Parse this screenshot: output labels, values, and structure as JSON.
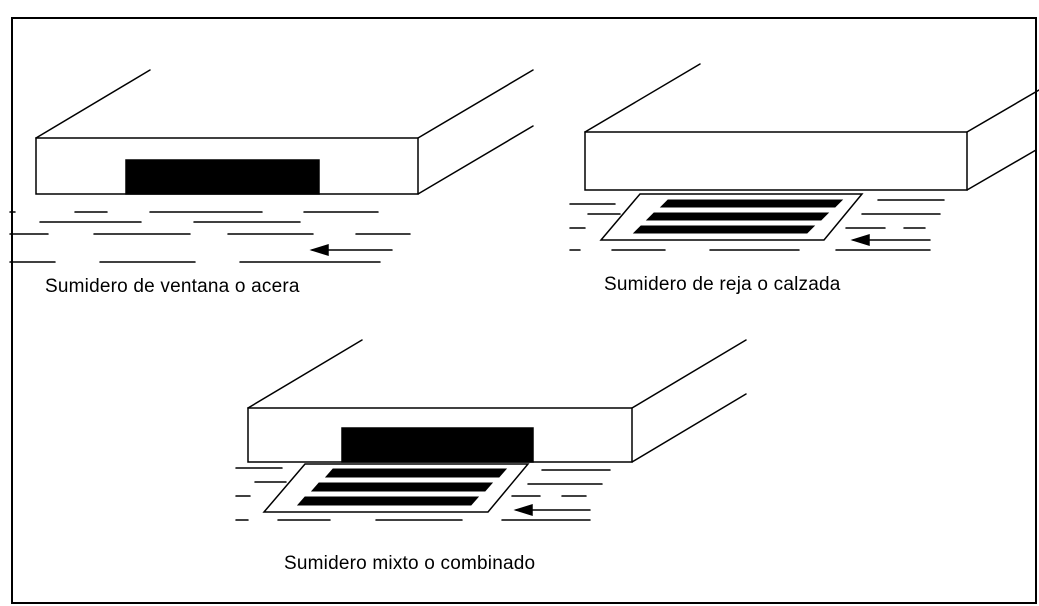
{
  "diagram": {
    "captions": {
      "ventana": "Sumidero de ventana o acera",
      "reja": "Sumidero de reja o calzada",
      "mixto": "Sumidero mixto o combinado"
    },
    "colors": {
      "line": "#000000",
      "fill": "#ffffff",
      "opening": "#000000"
    }
  }
}
